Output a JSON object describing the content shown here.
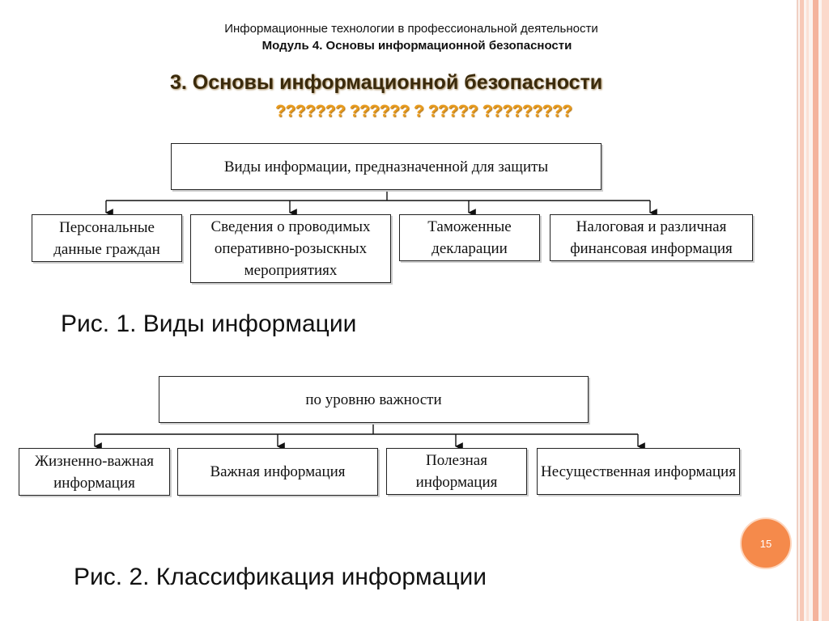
{
  "header": {
    "course": "Информационные технологии в профессиональной деятельности",
    "module": "Модуль 4. Основы информационной безопасности"
  },
  "slide_title": "3. Основы информационной безопасности",
  "slide_subtitle": "??????? ?????? ? ????? ?????????",
  "diagram1": {
    "root": "Виды информации, предназначенной для защиты",
    "children": [
      "Персональные данные граждан",
      "Сведения о проводимых оперативно-розыскных мероприятиях",
      "Таможенные декларации",
      "Налоговая и различная финансовая информация"
    ],
    "caption": "Рис. 1. Виды информации"
  },
  "diagram2": {
    "root": "по уровню важности",
    "children": [
      "Жизненно-важная информация",
      "Важная информация",
      "Полезная информация",
      "Несущественная информация"
    ],
    "caption": "Рис. 2. Классификация информации"
  },
  "page_number": "15",
  "colors": {
    "accent_orange": "#f58a4b",
    "title_brown": "#3a2a0c",
    "subtitle_gold": "#e89b1e",
    "stripe_salmon": "#f4b39c"
  }
}
